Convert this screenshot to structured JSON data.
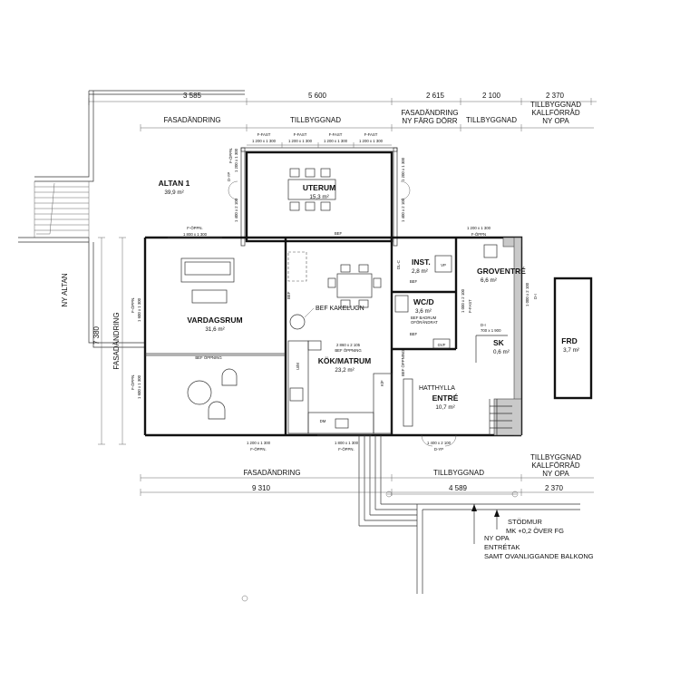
{
  "top_dimensions": [
    "3 585",
    "5 600",
    "2 615",
    "2 100",
    "2 370"
  ],
  "top_zone_labels": {
    "fasad": "FASADÄNDRING",
    "tillbyggnad": "TILLBYGGNAD",
    "fasad_door_line1": "FASADÄNDRING",
    "fasad_door_line2": "NY FÄRG DÖRR",
    "tillbyggnad2": "TILLBYGGNAD",
    "right_line1": "TILLBYGGNAD",
    "right_line2": "KALLFÖRRÅD",
    "right_line3": "NY OPA"
  },
  "bottom_dimensions": [
    "9 310",
    "4 589",
    "2 370"
  ],
  "bottom_zone_labels": {
    "fasad": "FASADÄNDRING",
    "tillbyggnad": "TILLBYGGNAD",
    "right_line1": "TILLBYGGNAD",
    "right_line2": "KALLFÖRRÅD",
    "right_line3": "NY OPA"
  },
  "left_labels": {
    "ny_altan": "NY ALTAN",
    "fasadandring": "FASADÄNDRING",
    "height_dim": "7 380"
  },
  "rooms": {
    "altan": {
      "name": "ALTAN 1",
      "area": "39,9 m²"
    },
    "uterum": {
      "name": "UTERUM",
      "area": "15,3 m²"
    },
    "vardagsrum": {
      "name": "VARDAGSRUM",
      "area": "31,6 m²"
    },
    "kok": {
      "name": "KÖK/MATRUM",
      "area": "23,2 m²"
    },
    "inst": {
      "name": "INST.",
      "area": "2,8 m²"
    },
    "wcd": {
      "name": "WC/D",
      "area": "3,6 m²"
    },
    "groventre": {
      "name": "GROVENTRÉ",
      "area": "6,6 m²"
    },
    "sk": {
      "name": "SK",
      "area": "0,6 m²"
    },
    "entre": {
      "name": "ENTRÉ",
      "area": "10,7 m²"
    },
    "frd": {
      "name": "FRD",
      "area": "3,7 m²"
    }
  },
  "window_labels": {
    "ffast": "F-FAST",
    "w1200x1300": "1 200 x 1 300",
    "foppn": "F-ÖPPN.",
    "w1800x1300": "1 800 x 1 300",
    "w1600x1300": "1 600 x 1 300",
    "w1800x1300b": "1 800 x 1 300",
    "w1400x2100": "1 400 x 2 100",
    "dyp": "D-YP",
    "fopp_top_dev": "F-ÖPPN",
    "w1200x1300r": "1 200 x 1 300",
    "w1000x2100": "1 000 x 2 100",
    "w900x2100": "900 x 2 100",
    "w700x1900": "700 x 1 900",
    "di": "D-I",
    "ffast_r": "F-FAST",
    "w1000x2100b": "1 000 x 2 100",
    "w1400x2100b": "1 400 x 2 100",
    "w2860x2105": "2 860 x 2 105"
  },
  "annotations": {
    "bef_kakelugn": "BEF KAKELUGN",
    "bef_oppning": "BEF ÖPPNING",
    "bef_oppning2": "BEF ÖPPNING",
    "bef_oppning_vert": "BEF ÖPPNING",
    "bef": "BEF",
    "hatthylla": "HATTHYLLA",
    "bef_badrum1": "BEF BADRUM",
    "bef_badrum2": "OFÖRÄNDRAT",
    "um": "U/M",
    "dm": "DM",
    "kf": "K/F",
    "tm": "TM",
    "vp": "VP",
    "dl": "DL-C",
    "gvf": "GVF"
  },
  "notes": {
    "stodmur1": "STÖDMUR",
    "stodmur2": "MK +0,2 ÖVER FG",
    "nyopa1": "NY OPA",
    "nyopa2": "ENTRÉTAK",
    "nyopa3": "SAMT OVANLIGGANDE BALKONG"
  }
}
